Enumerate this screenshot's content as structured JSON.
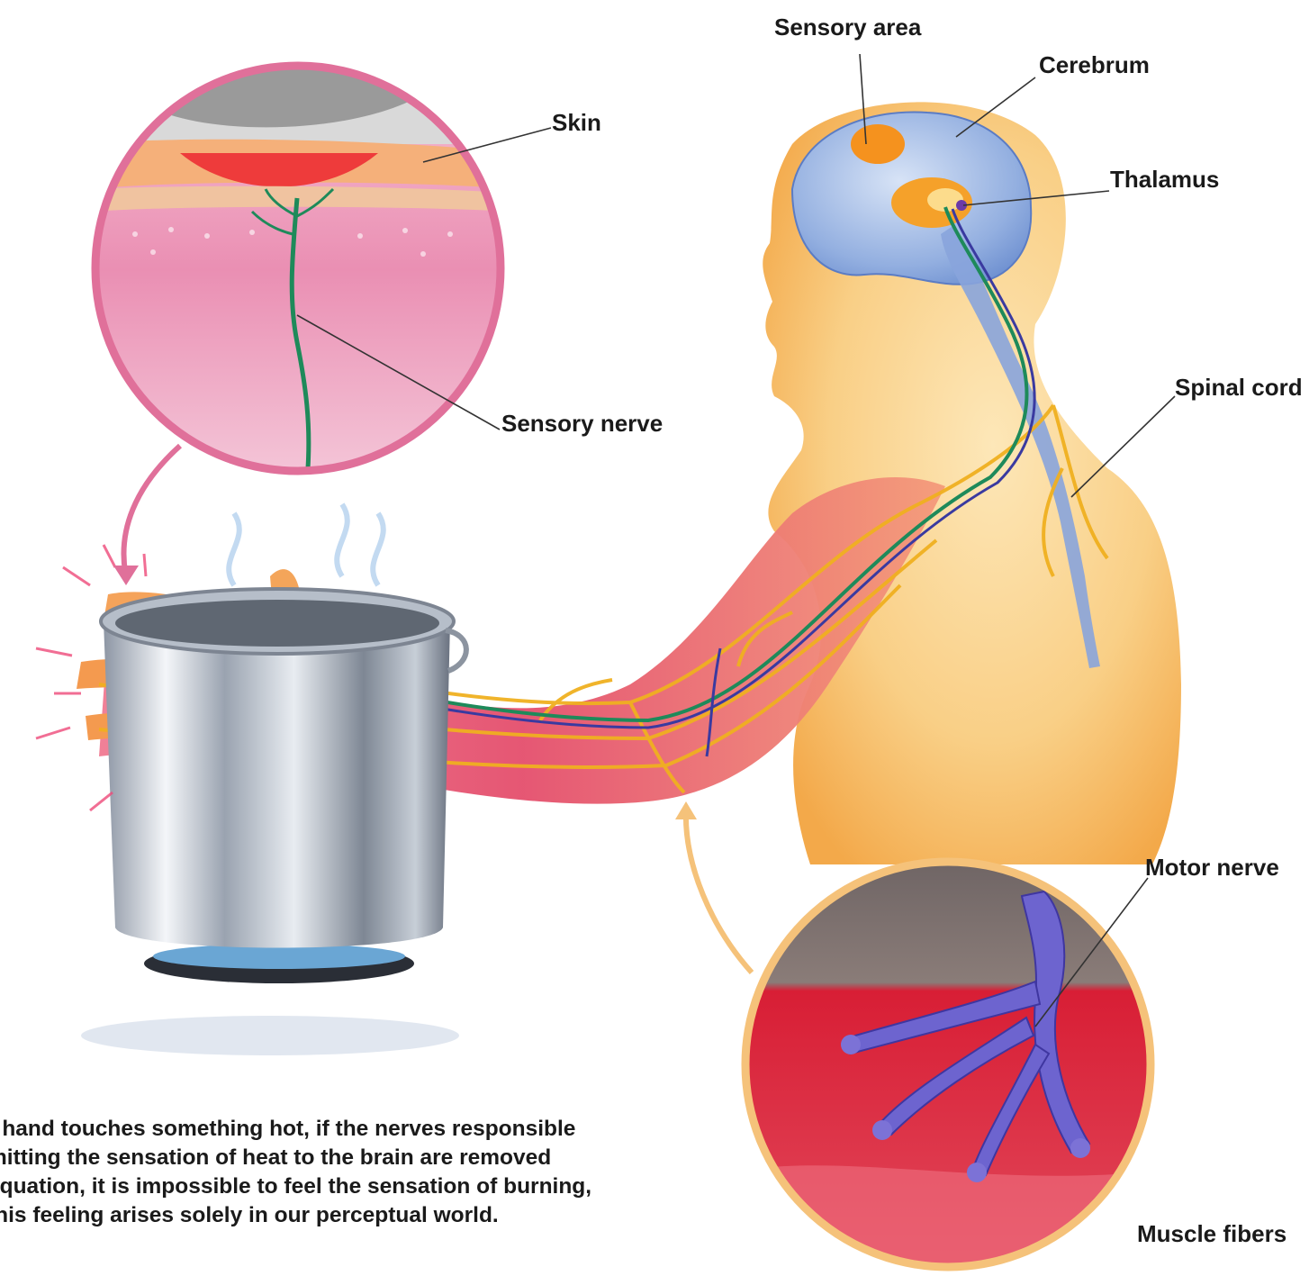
{
  "labels": {
    "sensory_area": "Sensory area",
    "cerebrum": "Cerebrum",
    "skin": "Skin",
    "thalamus": "Thalamus",
    "sensory_nerve": "Sensory nerve",
    "spinal_cord": "Spinal cord",
    "motor_nerve": "Motor nerve",
    "muscle_fibers": "Muscle fibers"
  },
  "caption": {
    "line1": "r hand touches something hot, if the nerves responsible",
    "line2": "mitting the sensation of heat to the brain are removed",
    "line3": "equation, it is impossible to feel the sensation of burning,",
    "line4": "this feeling arises solely in our perceptual world."
  },
  "colors": {
    "skin": "#f7c06a",
    "brain": "#9fb8e2",
    "nerve_yellow": "#f0b020",
    "sensory_nerve": "#1e8a5a",
    "motor_nerve": "#3a3aa0",
    "muscle": "#e0506a",
    "pink_inset": "#e0729c",
    "red_inset": "#d81e35"
  }
}
